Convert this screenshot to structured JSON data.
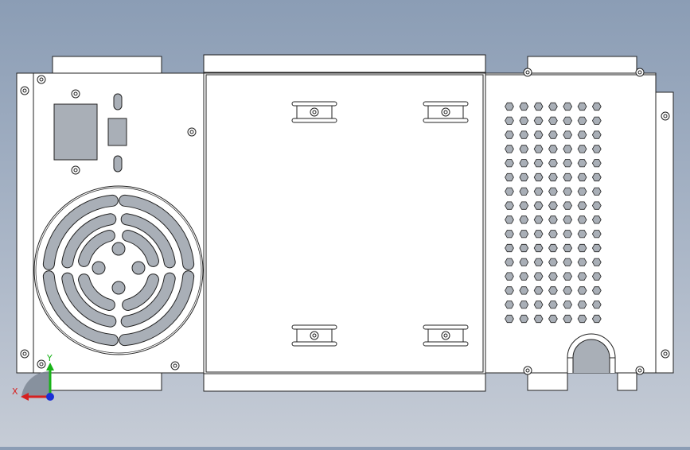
{
  "viewport": {
    "background_top": "#8b9db5",
    "background_bottom": "#c6ccd6",
    "part_fill": "#ffffff",
    "edge_color": "#222222",
    "vent_fill": "#a9afb7"
  },
  "triad": {
    "x_label": "X",
    "y_label": "Y",
    "x_color": "#d62020",
    "y_color": "#19b319",
    "z_color": "#1a2fd6"
  },
  "part": {
    "left_panel": {
      "fan_grille": true,
      "power_socket": true,
      "switch": true
    },
    "center_panel": {
      "mount_brackets": 4
    },
    "right_panel": {
      "vent_rows": 16,
      "vent_columns": 7,
      "cable_cutout": true
    }
  }
}
